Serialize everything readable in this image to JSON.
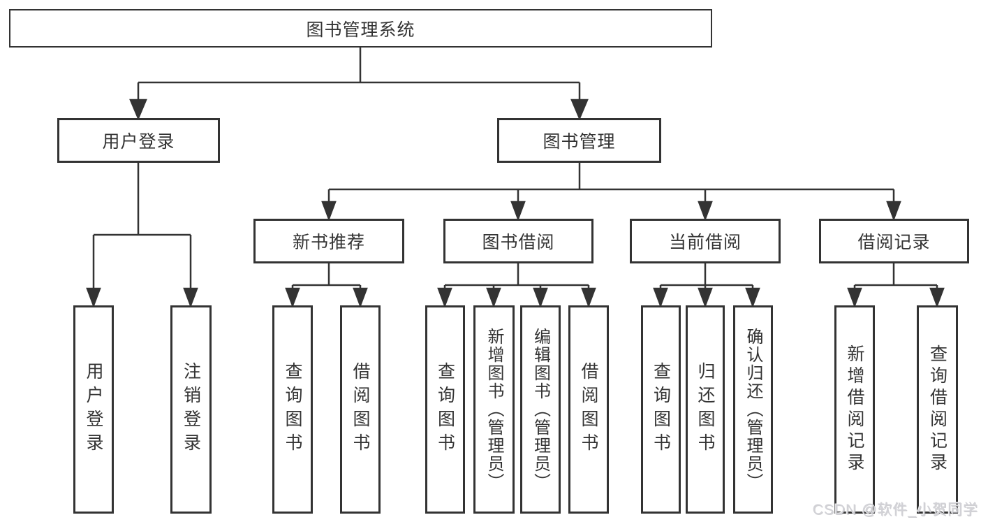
{
  "diagram_title": "图书管理系统",
  "nodes": {
    "root": "图书管理系统",
    "user_login": "用户登录",
    "book_mgmt": "图书管理",
    "new_book_rec": "新书推荐",
    "book_borrow": "图书借阅",
    "current_borrow": "当前借阅",
    "borrow_record": "借阅记录",
    "ul_user_login": "用户登录",
    "ul_logout": "注销登录",
    "nb_query_book": "查询图书",
    "nb_borrow_book": "借阅图书",
    "bb_query_book": "查询图书",
    "bb_add_book": "新增图书（管理员）",
    "bb_edit_book": "编辑图书（管理员）",
    "bb_borrow_book": "借阅图书",
    "cb_query_book": "查询图书",
    "cb_return_book": "归还图书",
    "cb_confirm_return": "确认归还（管理员）",
    "br_add_record": "新增借阅记录",
    "br_query_record": "查询借阅记录"
  },
  "hierarchy": {
    "图书管理系统": {
      "用户登录": [
        "用户登录",
        "注销登录"
      ],
      "图书管理": {
        "新书推荐": [
          "查询图书",
          "借阅图书"
        ],
        "图书借阅": [
          "查询图书",
          "新增图书（管理员）",
          "编辑图书（管理员）",
          "借阅图书"
        ],
        "当前借阅": [
          "查询图书",
          "归还图书",
          "确认归还（管理员）"
        ],
        "借阅记录": [
          "新增借阅记录",
          "查询借阅记录"
        ]
      }
    }
  },
  "watermark": "CSDN @软件_小贺同学",
  "colors": {
    "line": "#333333",
    "text": "#333333",
    "box_background": "#ffffff",
    "page_background": "#ffffff",
    "watermark": "#d2d2d7"
  }
}
